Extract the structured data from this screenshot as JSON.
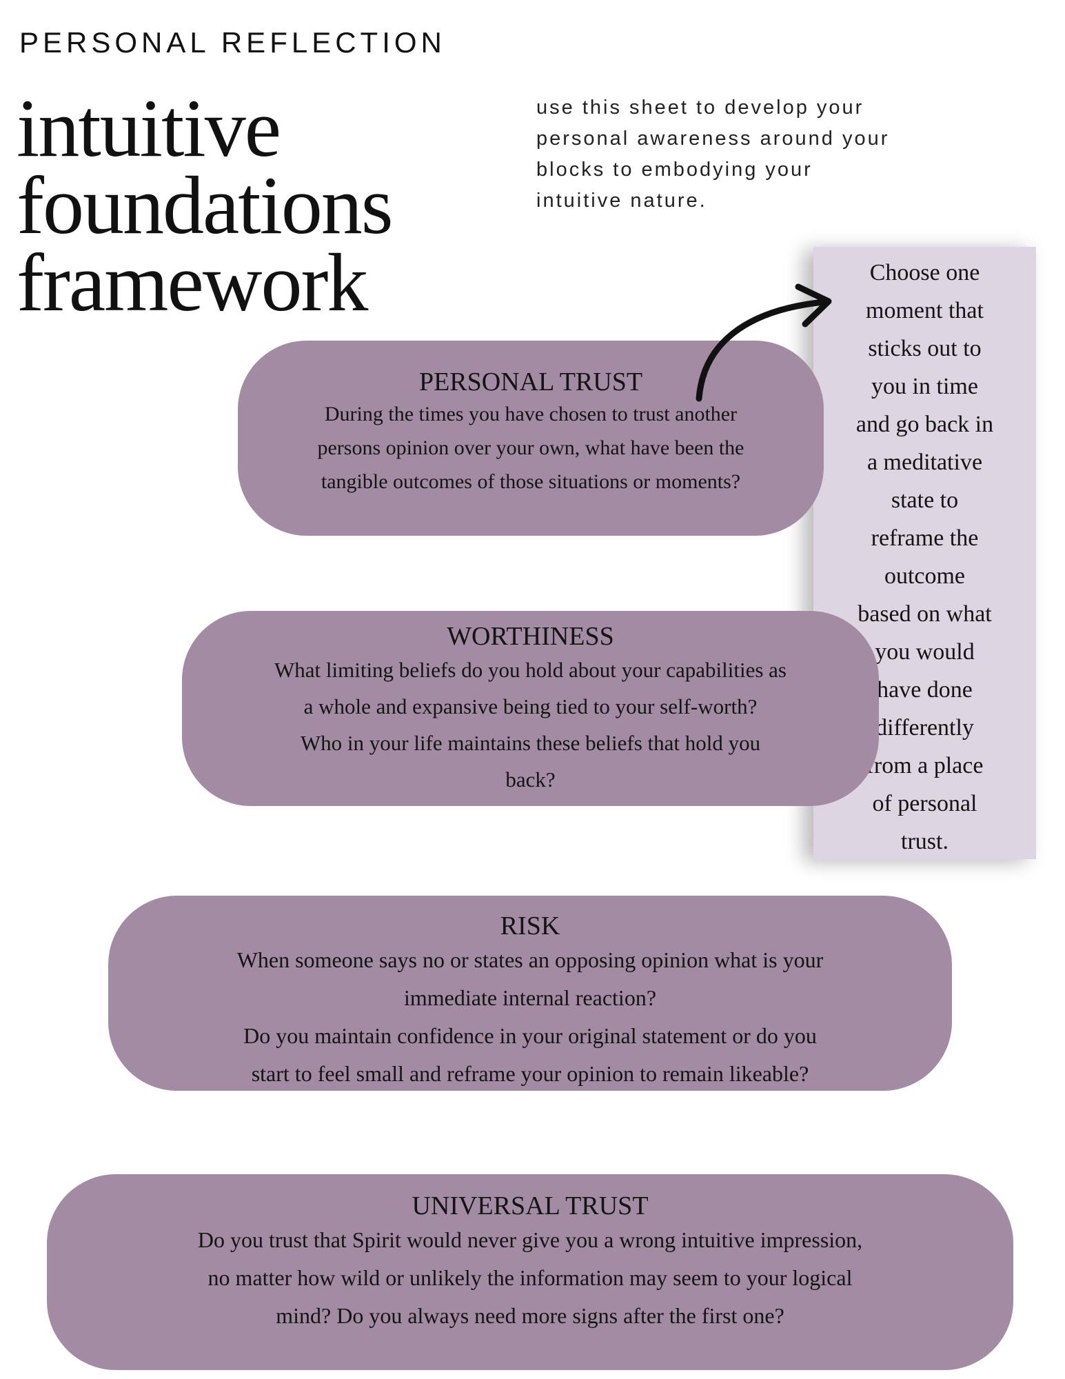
{
  "header": {
    "eyebrow": "PERSONAL REFLECTION",
    "title_lines": [
      "intuitive",
      "foundations",
      "framework"
    ],
    "intro_lines": [
      "use this sheet to develop your",
      "personal awareness around your",
      "blocks to embodying your",
      "intuitive nature."
    ]
  },
  "sections": {
    "personal_trust": {
      "heading": "PERSONAL TRUST",
      "lines": [
        "During the times you have chosen to trust another",
        "persons opinion over your own, what have been the",
        "tangible outcomes of those situations or moments?"
      ]
    },
    "worthiness": {
      "heading": "WORTHINESS",
      "lines": [
        "What limiting beliefs do you hold about your capabilities as",
        "a whole and expansive being tied to your self-worth?",
        "Who in your life maintains these beliefs that hold you",
        "back?"
      ]
    },
    "risk": {
      "heading": "RISK",
      "lines": [
        "When someone says no or states an opposing opinion what is your",
        "immediate internal reaction?",
        "Do you maintain confidence in your original statement or do you",
        "start to feel small and reframe your opinion to remain likeable?"
      ]
    },
    "universal_trust": {
      "heading": "UNIVERSAL TRUST",
      "lines": [
        "Do you trust that Spirit would never give you a wrong intuitive impression,",
        "no matter how wild or unlikely the information may seem to your logical",
        "mind? Do you always need more signs after the first one?"
      ]
    }
  },
  "sidenote": {
    "lines": [
      "Choose one",
      "moment that",
      "sticks out to",
      "you in time",
      "and go back in",
      "a meditative",
      "state to",
      "reframe the",
      "outcome",
      "based on what",
      "you would",
      "have  done",
      "differently",
      "from a place",
      "of personal",
      "trust."
    ]
  },
  "colors": {
    "pill": "#a28ba3",
    "sidenote": "#ded5e3",
    "text": "#141414"
  },
  "icons": {
    "arrow": "curved-arrow-icon"
  }
}
